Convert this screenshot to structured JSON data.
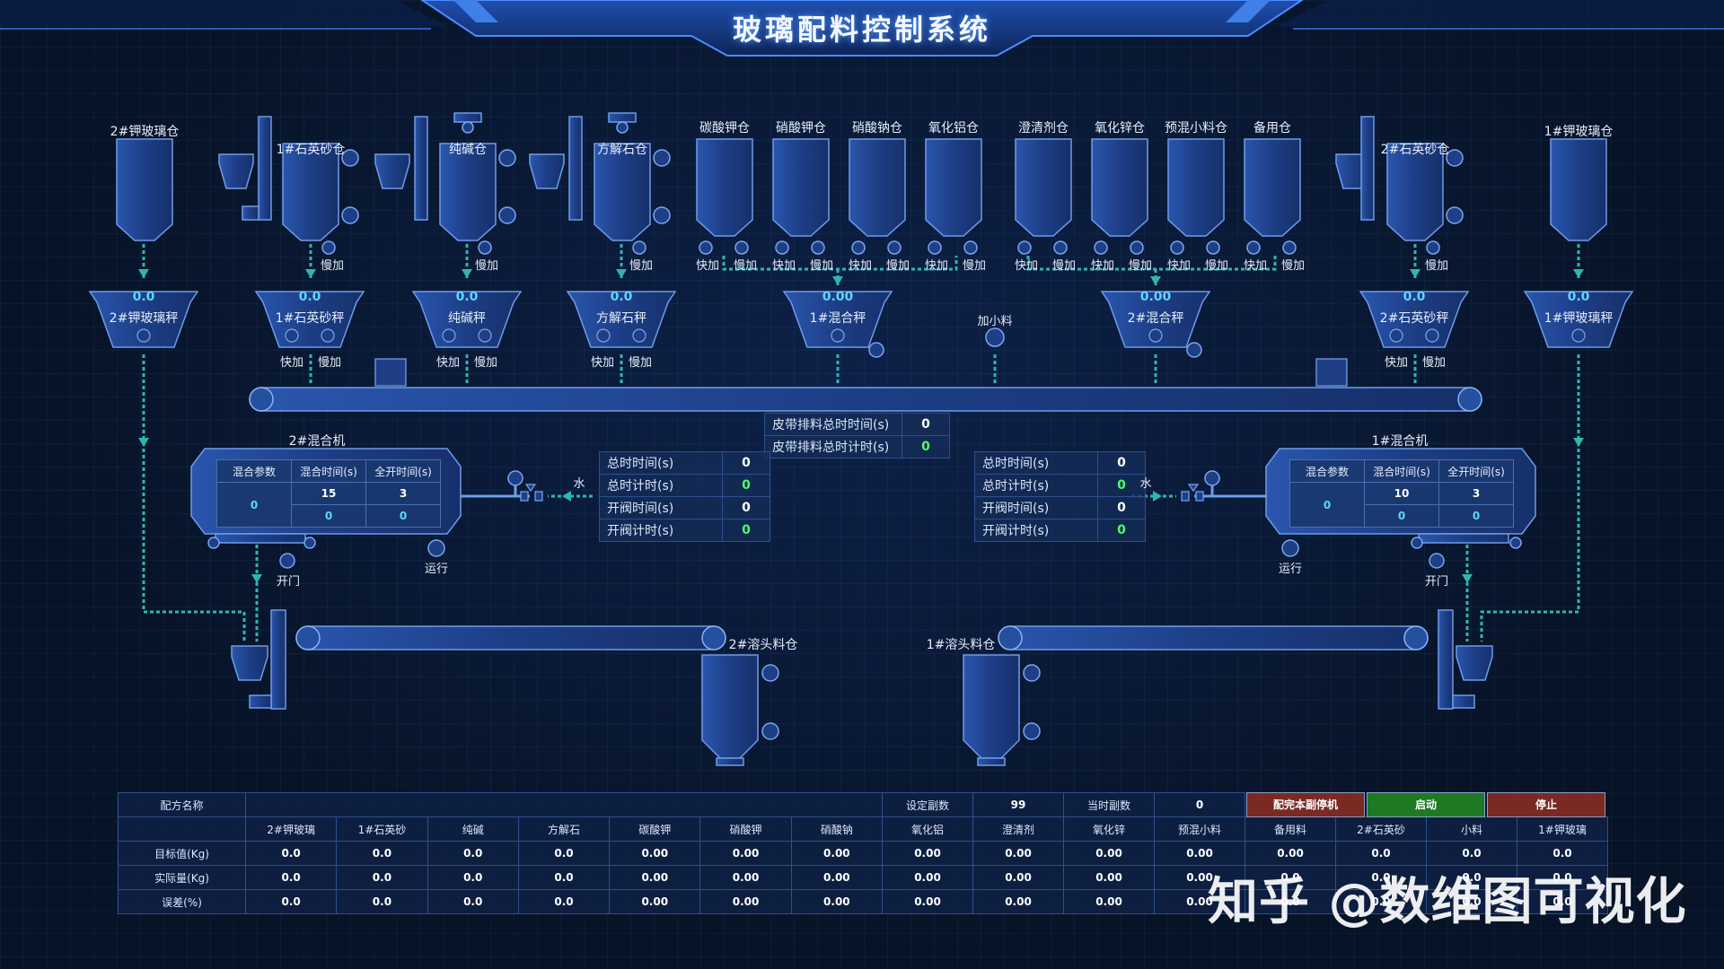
{
  "header": {
    "title": "玻璃配料控制系统"
  },
  "silos": [
    {
      "id": "s1",
      "label": "2#钾玻璃仓"
    },
    {
      "id": "s2",
      "label": "1#石英砂仓"
    },
    {
      "id": "s3",
      "label": "纯碱仓"
    },
    {
      "id": "s4",
      "label": "方解石仓"
    },
    {
      "id": "s5",
      "label": "碳酸钾仓"
    },
    {
      "id": "s6",
      "label": "硝酸钾仓"
    },
    {
      "id": "s7",
      "label": "硝酸钠仓"
    },
    {
      "id": "s8",
      "label": "氧化铝仓"
    },
    {
      "id": "s9",
      "label": "澄清剂仓"
    },
    {
      "id": "s10",
      "label": "氧化锌仓"
    },
    {
      "id": "s11",
      "label": "预混小料仓"
    },
    {
      "id": "s12",
      "label": "备用仓"
    },
    {
      "id": "s13",
      "label": "2#石英砂仓"
    },
    {
      "id": "s14",
      "label": "1#钾玻璃仓"
    }
  ],
  "scales": [
    {
      "name": "2#钾玻璃秤",
      "value": "0.0"
    },
    {
      "name": "1#石英砂秤",
      "value": "0.0"
    },
    {
      "name": "纯碱秤",
      "value": "0.0"
    },
    {
      "name": "方解石秤",
      "value": "0.0"
    },
    {
      "name": "1#混合秤",
      "value": "0.00"
    },
    {
      "name": "2#混合秤",
      "value": "0.00"
    },
    {
      "name": "2#石英砂秤",
      "value": "0.0"
    },
    {
      "name": "1#钾玻璃秤",
      "value": "0.0"
    }
  ],
  "valves": {
    "fast": "快加",
    "slow": "慢加"
  },
  "add_small": "加小料",
  "belt_info": {
    "rows": [
      {
        "k": "皮带排料总时时间(s)",
        "v": "0"
      },
      {
        "k": "皮带排料总时计时(s)",
        "v": "0"
      }
    ]
  },
  "left_info": {
    "rows": [
      {
        "k": "总时时间(s)",
        "v": "0"
      },
      {
        "k": "总时计时(s)",
        "v": "0"
      },
      {
        "k": "开阀时间(s)",
        "v": "0"
      },
      {
        "k": "开阀计时(s)",
        "v": "0"
      }
    ]
  },
  "right_info": {
    "rows": [
      {
        "k": "总时时间(s)",
        "v": "0"
      },
      {
        "k": "总时计时(s)",
        "v": "0"
      },
      {
        "k": "开阀时间(s)",
        "v": "0"
      },
      {
        "k": "开阀计时(s)",
        "v": "0"
      }
    ]
  },
  "mixer2": {
    "label": "2#混合机",
    "headers": [
      "混合参数",
      "混合时间(s)",
      "全开时间(s)"
    ],
    "param": "0",
    "mix_set": "15",
    "open_set": "3",
    "mix_now": "0",
    "open_now": "0",
    "door": "开门",
    "run": "运行",
    "water": "水"
  },
  "mixer1": {
    "label": "1#混合机",
    "headers": [
      "混合参数",
      "混合时间(s)",
      "全开时间(s)"
    ],
    "param": "0",
    "mix_set": "10",
    "open_set": "3",
    "mix_now": "0",
    "open_now": "0",
    "door": "开门",
    "run": "运行",
    "water": "水"
  },
  "kilns": {
    "k2": "2#溶头料仓",
    "k1": "1#溶头料仓"
  },
  "recipe": {
    "name_label": "配方名称",
    "name_value": "",
    "copies_label": "设定副数",
    "copies_value": "99",
    "current_label": "当时副数",
    "current_value": "0",
    "btn_stop_after": "配完本副停机",
    "btn_start": "启动",
    "btn_stop": "停止",
    "columns": [
      "2#钾玻璃",
      "1#石英砂",
      "纯碱",
      "方解石",
      "碳酸钾",
      "硝酸钾",
      "硝酸钠",
      "氧化铝",
      "澄清剂",
      "氧化锌",
      "预混小料",
      "备用料",
      "2#石英砂",
      "小料",
      "1#钾玻璃"
    ],
    "rows": [
      {
        "label": "目标值(Kg)",
        "values": [
          "0.0",
          "0.0",
          "0.0",
          "0.0",
          "0.00",
          "0.00",
          "0.00",
          "0.00",
          "0.00",
          "0.00",
          "0.00",
          "0.00",
          "0.0",
          "0.0",
          "0.0"
        ]
      },
      {
        "label": "实际量(Kg)",
        "values": [
          "0.0",
          "0.0",
          "0.0",
          "0.0",
          "0.00",
          "0.00",
          "0.00",
          "0.00",
          "0.00",
          "0.00",
          "0.00",
          "0.0",
          "0.0",
          "0.0",
          "0.0"
        ]
      },
      {
        "label": "误差(%)",
        "values": [
          "0.0",
          "0.0",
          "0.0",
          "0.0",
          "0.00",
          "0.00",
          "0.00",
          "0.00",
          "0.00",
          "0.00",
          "0.00",
          "0.0",
          "0.0",
          "0.0",
          "0.0"
        ]
      }
    ]
  },
  "watermark": "知乎 @数维图可视化",
  "colors": {
    "accent": "#5fd4ff",
    "run": "#4cff6a",
    "equipment": "#1e3f86",
    "stroke": "#5f8fe0"
  }
}
